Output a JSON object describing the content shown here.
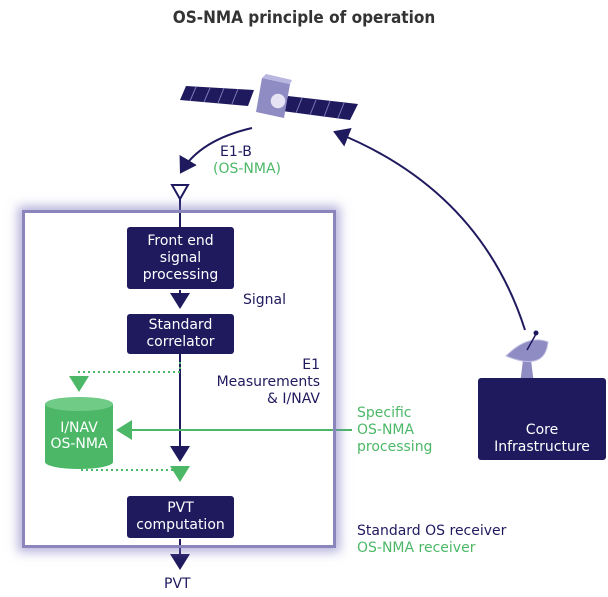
{
  "title": "OS-NMA principle of operation",
  "signal_label_1": "E1-B",
  "signal_label_2": "(OS-NMA)",
  "boxes": {
    "front_end": [
      "Front end",
      "signal",
      "processing"
    ],
    "correlator": [
      "Standard",
      "correlator"
    ],
    "pvt": [
      "PVT",
      "computation"
    ],
    "core": [
      "Core",
      "Infrastructure"
    ]
  },
  "database": [
    "I/NAV",
    "OS-NMA"
  ],
  "signal_label": "Signal",
  "e1_label": [
    "E1",
    "Measurements",
    "& I/NAV"
  ],
  "specific_label": [
    "Specific",
    "OS-NMA",
    "processing"
  ],
  "legend": {
    "standard": "Standard OS receiver",
    "osnma": "OS-NMA receiver"
  },
  "output_label": "PVT",
  "colors": {
    "navy": "#1f1a5e",
    "green": "#4cb867",
    "frame": "#8a86bb"
  }
}
